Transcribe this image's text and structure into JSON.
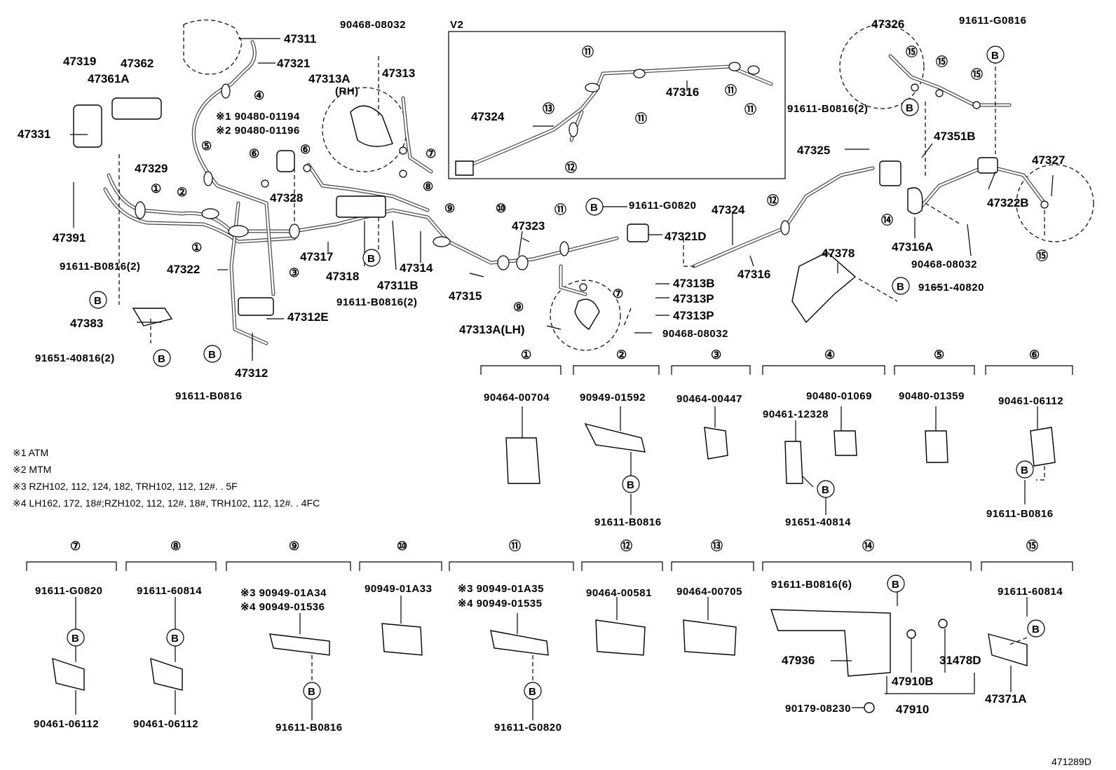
{
  "diagram_id": "471289D",
  "inset_label": "V2",
  "footnotes": [
    "※1 ATM",
    "※2 MTM",
    "※3 RZH102, 112, 124, 182, TRH102, 112, 12#. . 5F",
    "※4 LH162, 172, 18#;RZH102, 112, 12#, 18#, TRH102, 112, 12#. . 4FC"
  ],
  "circle_b": "B",
  "callouts": [
    {
      "id": "47311",
      "text": "47311"
    },
    {
      "id": "47321",
      "text": "47321"
    },
    {
      "id": "47319",
      "text": "47319"
    },
    {
      "id": "47362",
      "text": "47362"
    },
    {
      "id": "47361A",
      "text": "47361A"
    },
    {
      "id": "47331",
      "text": "47331"
    },
    {
      "id": "47329",
      "text": "47329"
    },
    {
      "id": "47391",
      "text": "47391"
    },
    {
      "id": "90480-01194",
      "text": "※1 90480-01194"
    },
    {
      "id": "90480-01196",
      "text": "※2 90480-01196"
    },
    {
      "id": "47328",
      "text": "47328"
    },
    {
      "id": "90468-08032-a",
      "text": "90468-08032"
    },
    {
      "id": "47313A-RH",
      "text": "47313A"
    },
    {
      "id": "RH",
      "text": "(RH)"
    },
    {
      "id": "47313",
      "text": "47313"
    },
    {
      "id": "47322",
      "text": "47322"
    },
    {
      "id": "47317",
      "text": "47317"
    },
    {
      "id": "47318",
      "text": "47318"
    },
    {
      "id": "47311B",
      "text": "47311B"
    },
    {
      "id": "47314",
      "text": "47314"
    },
    {
      "id": "47315",
      "text": "47315"
    },
    {
      "id": "91611-B0816-2a",
      "text": "91611-B0816(2)"
    },
    {
      "id": "91611-B0816-2b",
      "text": "91611-B0816(2)"
    },
    {
      "id": "47312E",
      "text": "47312E"
    },
    {
      "id": "47312",
      "text": "47312"
    },
    {
      "id": "47383",
      "text": "47383"
    },
    {
      "id": "91651-40816",
      "text": "91651-40816(2)"
    },
    {
      "id": "91611-B0816-a",
      "text": "91611-B0816"
    },
    {
      "id": "47323",
      "text": "47323"
    },
    {
      "id": "91611-G0820-a",
      "text": "91611-G0820"
    },
    {
      "id": "47321D",
      "text": "47321D"
    },
    {
      "id": "47324-a",
      "text": "47324"
    },
    {
      "id": "47316-a",
      "text": "47316"
    },
    {
      "id": "47313B",
      "text": "47313B"
    },
    {
      "id": "47313P-a",
      "text": "47313P"
    },
    {
      "id": "47313P-b",
      "text": "47313P"
    },
    {
      "id": "90468-08032-b",
      "text": "90468-08032"
    },
    {
      "id": "47313A-LH",
      "text": "47313A(LH)"
    },
    {
      "id": "47324-v2",
      "text": "47324"
    },
    {
      "id": "47316-v2",
      "text": "47316"
    },
    {
      "id": "47326",
      "text": "47326"
    },
    {
      "id": "91611-G0816",
      "text": "91611-G0816"
    },
    {
      "id": "91611-B0816-2c",
      "text": "91611-B0816(2)"
    },
    {
      "id": "47351B",
      "text": "47351B"
    },
    {
      "id": "47325",
      "text": "47325"
    },
    {
      "id": "47327",
      "text": "47327"
    },
    {
      "id": "47322B",
      "text": "47322B"
    },
    {
      "id": "47316A",
      "text": "47316A"
    },
    {
      "id": "90468-08032-c",
      "text": "90468-08032"
    },
    {
      "id": "47378",
      "text": "47378"
    },
    {
      "id": "91651-40820",
      "text": "91651-40820"
    }
  ],
  "clamp_groups": [
    {
      "n": "①",
      "parts": [
        "90464-00704"
      ]
    },
    {
      "n": "②",
      "parts": [
        "90949-01592",
        "91611-B0816"
      ]
    },
    {
      "n": "③",
      "parts": [
        "90464-00447"
      ]
    },
    {
      "n": "④",
      "parts": [
        "90480-01069",
        "90461-12328",
        "91651-40814"
      ]
    },
    {
      "n": "⑤",
      "parts": [
        "90480-01359"
      ]
    },
    {
      "n": "⑥",
      "parts": [
        "90461-06112",
        "91611-B0816"
      ]
    },
    {
      "n": "⑦",
      "parts": [
        "91611-G0820",
        "90461-06112"
      ]
    },
    {
      "n": "⑧",
      "parts": [
        "91611-60814",
        "90461-06112"
      ]
    },
    {
      "n": "⑨",
      "parts": [
        "※3 90949-01A34",
        "※4 90949-01536",
        "91611-B0816"
      ]
    },
    {
      "n": "⑩",
      "parts": [
        "90949-01A33"
      ]
    },
    {
      "n": "⑪",
      "parts": [
        "※3 90949-01A35",
        "※4 90949-01535",
        "91611-G0820"
      ]
    },
    {
      "n": "⑫",
      "parts": [
        "90464-00581"
      ]
    },
    {
      "n": "⑬",
      "parts": [
        "90464-00705"
      ]
    },
    {
      "n": "⑭",
      "parts": [
        "91611-B0816(6)",
        "47936",
        "47910B",
        "31478D",
        "90179-08230",
        "47910"
      ]
    },
    {
      "n": "⑮",
      "parts": [
        "91611-60814",
        "47371A"
      ]
    }
  ]
}
